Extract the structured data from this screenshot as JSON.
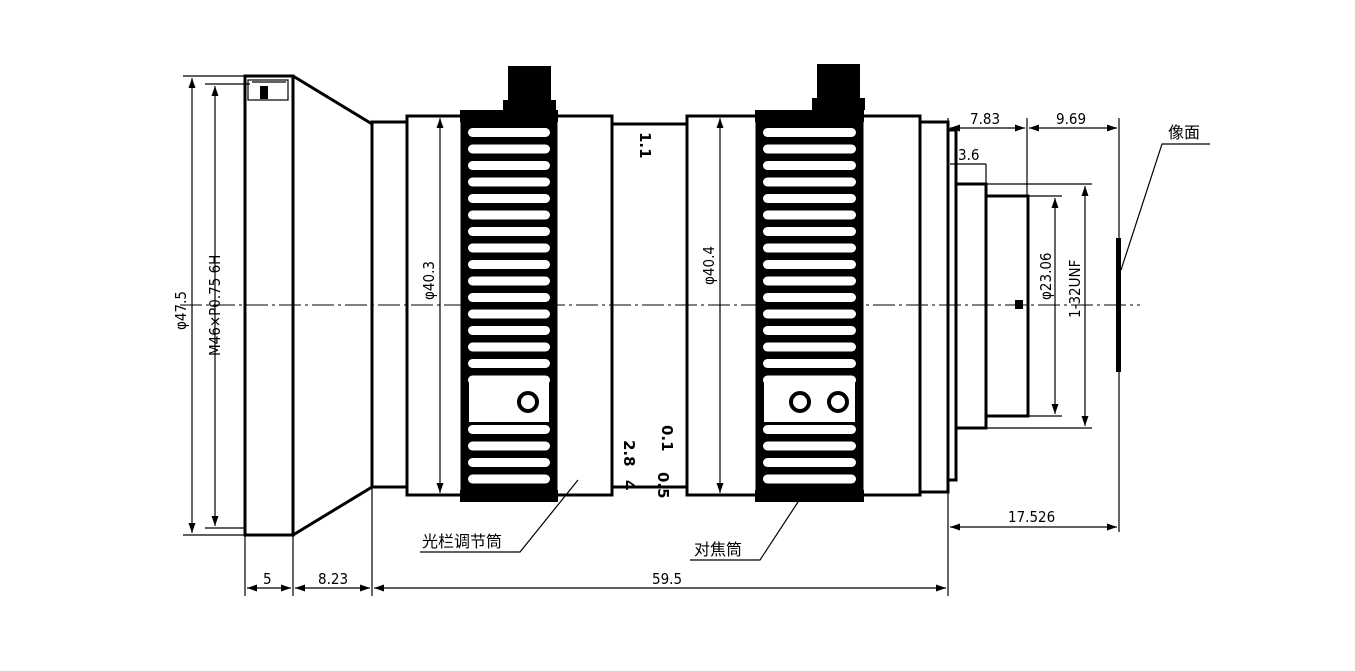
{
  "dimensions": {
    "outer_diameter": "φ47.5",
    "front_thread": "M46×P0.75 6H",
    "diameter_iris_ring": "φ40.3",
    "diameter_focus_ring": "φ40.4",
    "mount_diameter": "φ23.06",
    "mount_thread": "1-32UNF",
    "len_front_ring": "5",
    "len_hood": "8.23",
    "len_body": "59.5",
    "back_focal": "17.526",
    "flange_step": "7.83",
    "to_image": "9.69",
    "mount_step": "3.6"
  },
  "labels": {
    "image_plane": "像面",
    "iris_ring": "光栏调节筒",
    "focus_ring": "对焦筒"
  },
  "markings": {
    "aperture_top": "1.1",
    "scale_a": "0.1",
    "scale_b": "2.8",
    "scale_c": "0.5",
    "scale_d": "4"
  }
}
